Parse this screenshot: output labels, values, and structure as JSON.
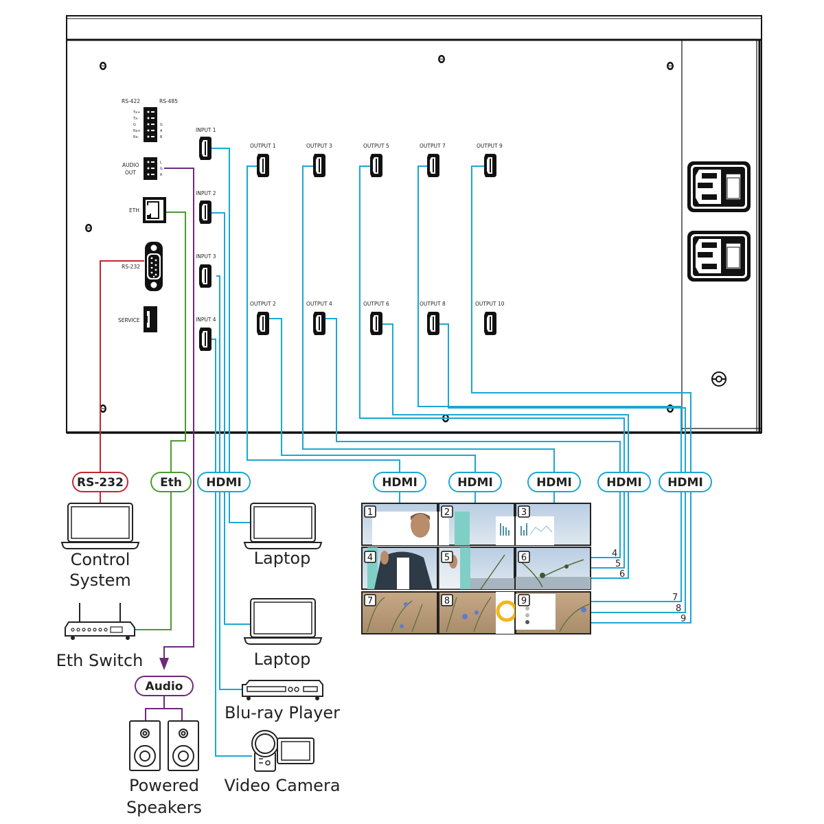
{
  "colors": {
    "hdmi": "#1aa7d4",
    "rs232": "#c1272d",
    "eth": "#4a9b2f",
    "audio": "#6b2a7a",
    "outline": "#111111"
  },
  "panel": {
    "control_block": {
      "rs422_label": "RS-422",
      "rs485_label": "RS-485",
      "rs422_pins": [
        "Tx+",
        "Tx-",
        "G",
        "Rx+",
        "Rx-"
      ],
      "rs485_pins": [
        "",
        "",
        "G",
        "A",
        "B"
      ]
    },
    "audio_out": {
      "label_line1": "AUDIO",
      "label_line2": "OUT",
      "pins": [
        "L",
        "G",
        "R"
      ]
    },
    "eth_label": "ETH",
    "rs232_label": "RS-232",
    "service_label": "SERVICE",
    "inputs": [
      "INPUT 1",
      "INPUT 2",
      "INPUT 3",
      "INPUT 4"
    ],
    "outputs_top": [
      "OUTPUT 1",
      "OUTPUT 3",
      "OUTPUT 5",
      "OUTPUT 7",
      "OUTPUT 9"
    ],
    "outputs_bottom": [
      "OUTPUT 2",
      "OUTPUT 4",
      "OUTPUT 6",
      "OUTPUT 8",
      "OUTPUT 10"
    ]
  },
  "pills": {
    "rs232": "RS-232",
    "eth": "Eth",
    "audio": "Audio",
    "hdmi_inputs": "HDMI",
    "hdmi_out_1": "HDMI",
    "hdmi_out_2": "HDMI",
    "hdmi_out_3": "HDMI",
    "hdmi_out_4": "HDMI",
    "hdmi_out_5": "HDMI"
  },
  "devices": {
    "control_system_line1": "Control",
    "control_system_line2": "System",
    "eth_switch": "Eth Switch",
    "speakers_line1": "Powered",
    "speakers_line2": "Speakers",
    "laptop_1": "Laptop",
    "laptop_2": "Laptop",
    "bluray": "Blu-ray Player",
    "camera": "Video Camera"
  },
  "video_wall": {
    "tiles": [
      "1",
      "2",
      "3",
      "4",
      "5",
      "6",
      "7",
      "8",
      "9"
    ],
    "side_numbers": [
      "4",
      "5",
      "6",
      "7",
      "8",
      "9"
    ]
  }
}
